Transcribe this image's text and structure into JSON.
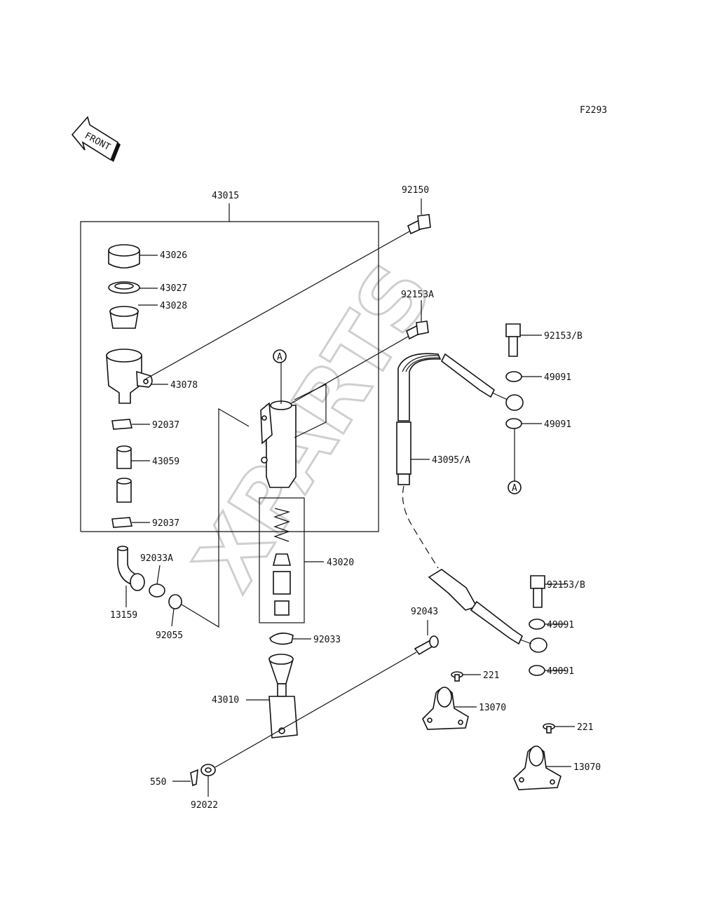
{
  "figure_code": "F2293",
  "front_label": "FRONT",
  "watermark": "XPARTS",
  "ref_marker": "A",
  "parts": {
    "assembly": "43015",
    "cap": "43026",
    "plate": "43027",
    "diaphragm": "43028",
    "reservoir": "43078",
    "clamp_upper": "92037",
    "hose": "43059",
    "clamp_lower": "92037",
    "ring_a": "92033A",
    "elbow": "13159",
    "oring": "92055",
    "bolt_top": "92150",
    "bolt_mid": "92153A",
    "piston_kit": "43020",
    "ring": "92033",
    "pushrod": "43010",
    "cotter": "550",
    "washer": "92022",
    "pin": "92043",
    "brake_hose": "43095/A",
    "banjo_bolt_top": "92153/B",
    "gasket_1": "49091",
    "gasket_2": "49091",
    "banjo_bolt_bot": "92153/B",
    "gasket_3": "49091",
    "gasket_4": "49091",
    "screw_1": "221",
    "guide_1": "13070",
    "screw_2": "221",
    "guide_2": "13070"
  }
}
